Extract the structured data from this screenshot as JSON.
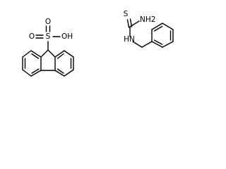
{
  "molecules": [
    {
      "labels": {
        "s": "S",
        "o_top": "O",
        "o_left": "O",
        "oh": "OH"
      }
    },
    {
      "labels": {
        "s": "S",
        "nh2": "NH2",
        "hn": "HN"
      }
    }
  ]
}
